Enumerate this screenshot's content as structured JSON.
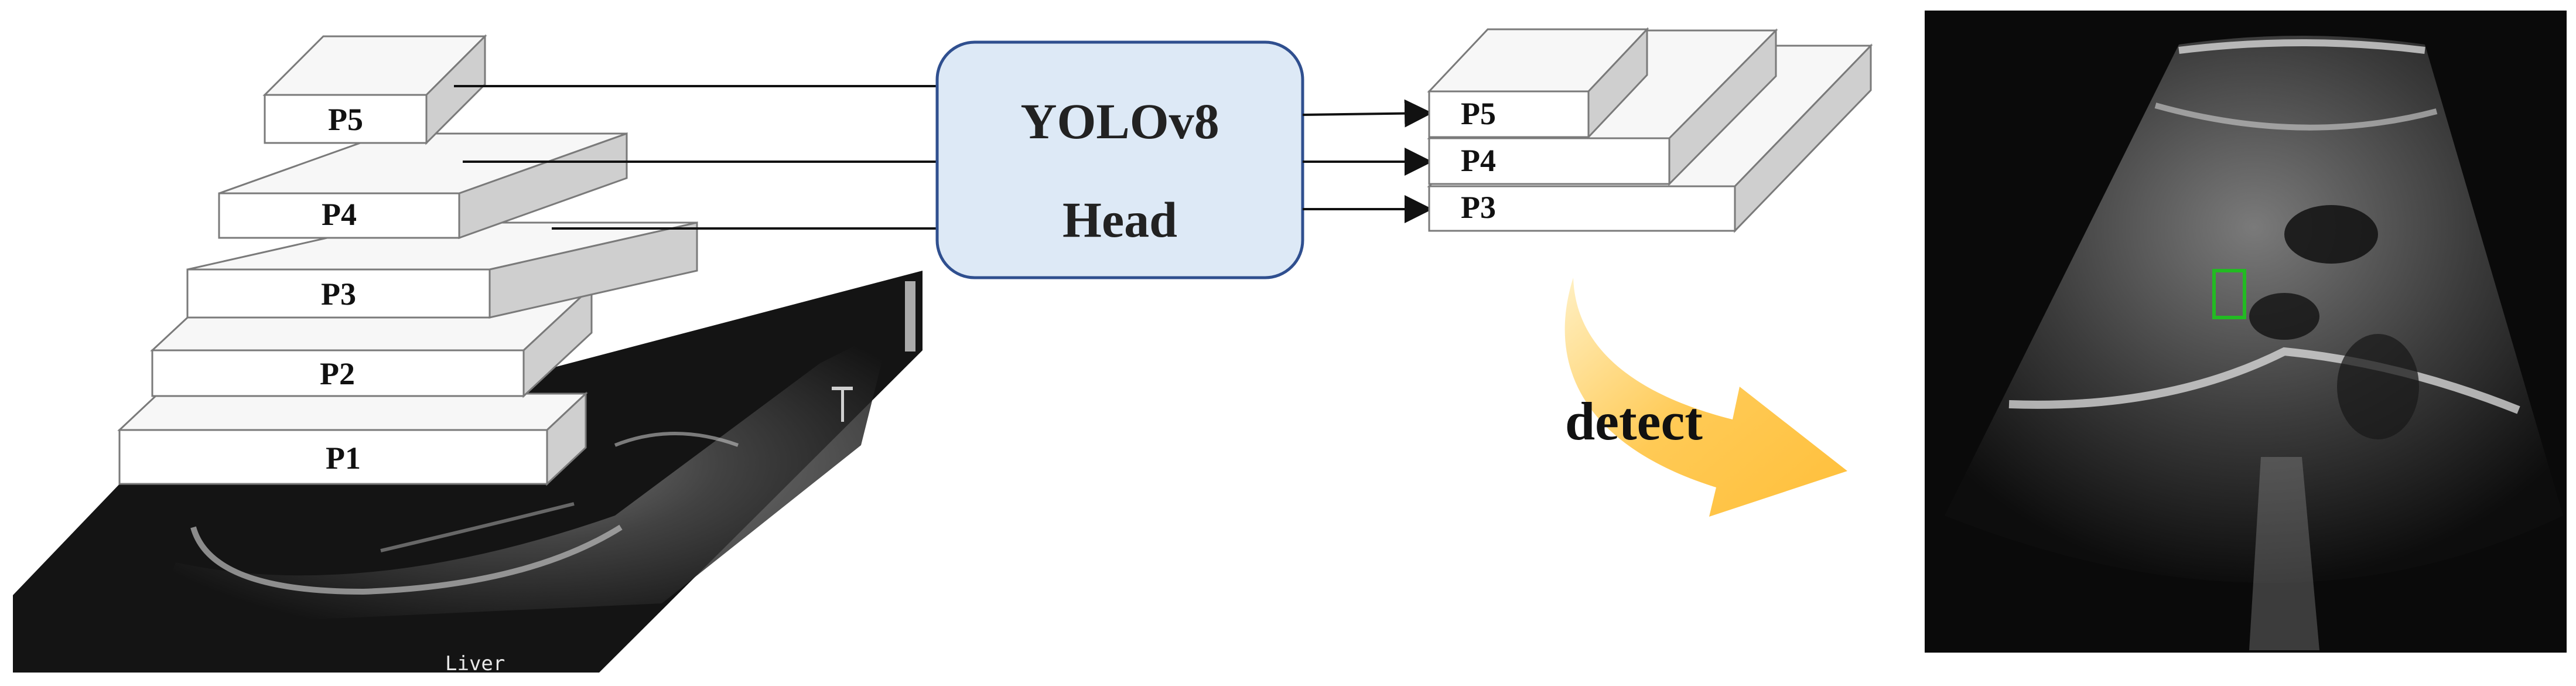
{
  "backbone": {
    "levels": [
      {
        "id": "p1",
        "label": "P1"
      },
      {
        "id": "p2",
        "label": "P2"
      },
      {
        "id": "p3",
        "label": "P3"
      },
      {
        "id": "p4",
        "label": "P4"
      },
      {
        "id": "p5",
        "label": "P5"
      }
    ],
    "input_image": {
      "caption": "Liver"
    }
  },
  "head": {
    "line1": "YOLOv8",
    "line2": "Head",
    "fill_color": "#dde9f6",
    "border_color": "#2f4f8f"
  },
  "outputs": [
    {
      "id": "out-p5",
      "label": "P5"
    },
    {
      "id": "out-p4",
      "label": "P4"
    },
    {
      "id": "out-p3",
      "label": "P3"
    }
  ],
  "detect": {
    "label": "detect",
    "arrow_color": "#ffc84a"
  },
  "result_image": {
    "box_color": "#22bb22"
  }
}
